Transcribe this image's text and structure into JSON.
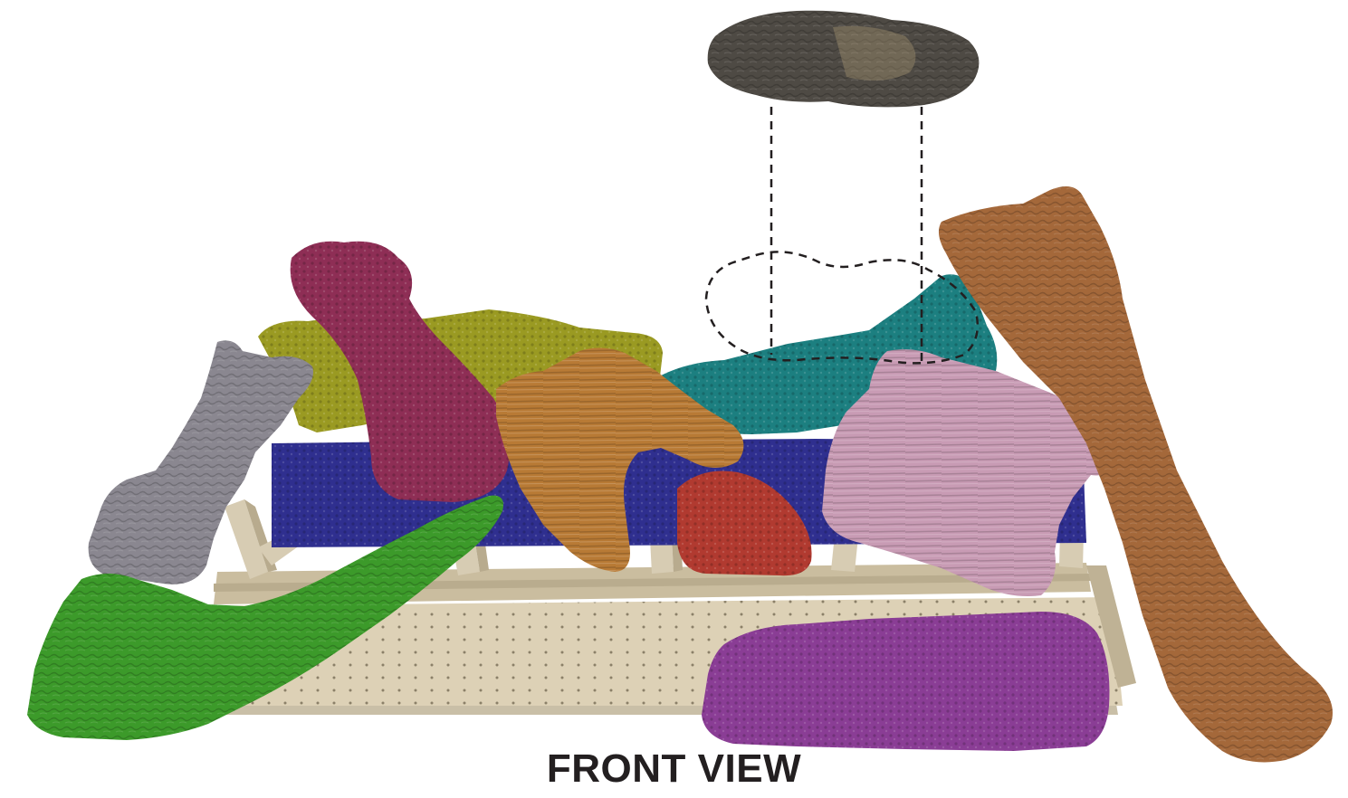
{
  "caption": "FRONT VIEW",
  "components": [
    {
      "id": "log-top-detached",
      "color": "#4e4a44"
    },
    {
      "id": "log-olive-back",
      "color": "#9a9a22"
    },
    {
      "id": "log-teal-back",
      "color": "#1c7f80"
    },
    {
      "id": "log-blue-back",
      "color": "#2f2f8f"
    },
    {
      "id": "log-gray-left",
      "color": "#8a8790"
    },
    {
      "id": "log-maroon-upright",
      "color": "#8e2e55"
    },
    {
      "id": "log-orange-forked",
      "color": "#b87a35"
    },
    {
      "id": "rock-red",
      "color": "#b13a30"
    },
    {
      "id": "log-pink-right",
      "color": "#c89bb4"
    },
    {
      "id": "log-brown-tall",
      "color": "#a4683a"
    },
    {
      "id": "log-green-front",
      "color": "#3c9a2a"
    },
    {
      "id": "log-purple-front",
      "color": "#8a3d95"
    },
    {
      "id": "grate-tray",
      "color": "#d9ccb2"
    }
  ]
}
